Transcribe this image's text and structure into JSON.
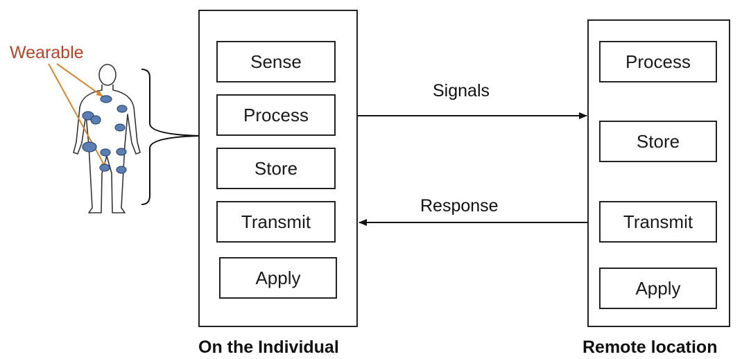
{
  "wearable_label": "Wearable",
  "individual": {
    "caption": "On the Individual",
    "boxes": [
      "Sense",
      "Process",
      "Store",
      "Transmit",
      "Apply"
    ]
  },
  "remote": {
    "caption": "Remote location",
    "boxes": [
      "Process",
      "Store",
      "Transmit",
      "Apply"
    ]
  },
  "arrows": {
    "signals_label": "Signals",
    "response_label": "Response"
  },
  "colors": {
    "wearable_text": "#b5452a",
    "sensor_fill": "#5b7fb3",
    "sensor_stroke": "#2e4a73",
    "pointer_arrow": "#d4872e"
  }
}
